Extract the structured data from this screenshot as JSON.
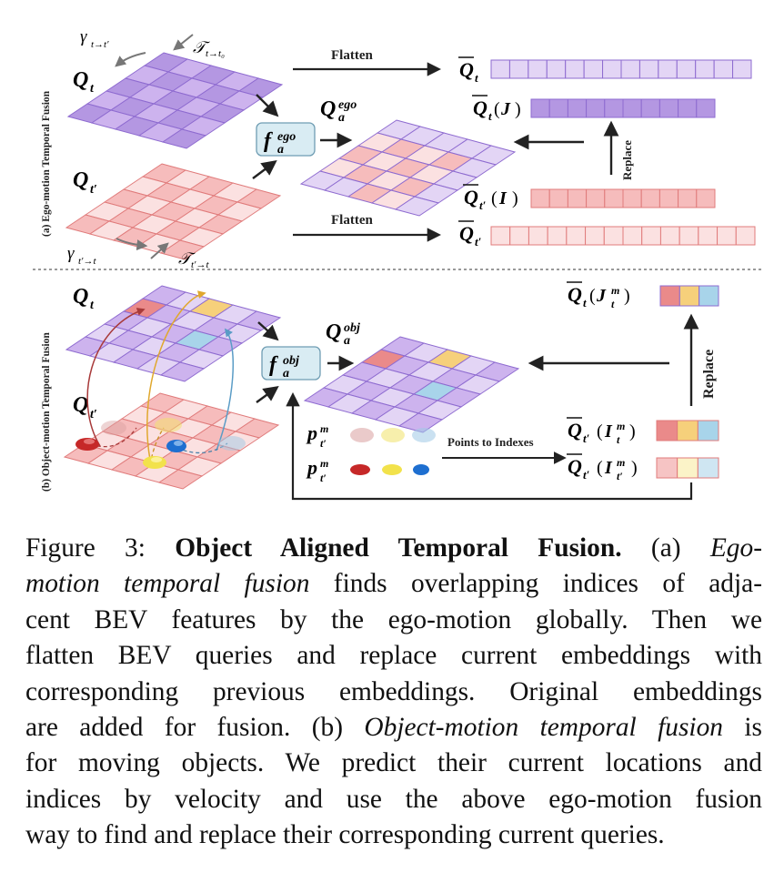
{
  "figure": {
    "section_a_label": "(a) Ego-motion Temporal Fusion",
    "section_b_label": "(b) Object-motion Temporal Fusion",
    "flatten_label": "Flatten",
    "replace_label": "Replace",
    "points_to_indexes_label": "Points to Indexes",
    "symbols": {
      "Q": "Q",
      "t": "t",
      "t_prime": "t′",
      "a": "a",
      "ego": "ego",
      "obj": "obj",
      "f": "f",
      "gamma": "γ",
      "tau": "𝒯",
      "gamma_t_to_tp": "t→t′",
      "tau_t_to_t0": "t→t₀",
      "gamma_tp_to_t": "t′→t",
      "tau_tp_to_t": "t′→t",
      "J": "J",
      "I": "I",
      "p": "p",
      "m": "m",
      "open_paren": "(",
      "close_paren": ")"
    },
    "colors": {
      "purple_light": "#e3d5f5",
      "purple_mid": "#cdb3ee",
      "purple_dark": "#b497e2",
      "purple_border": "#8e6bd0",
      "pink_light": "#fbe1e1",
      "pink_mid": "#f6bcbc",
      "pink_border": "#e07b7b",
      "red_obj": "#ea8a8a",
      "yellow_obj": "#f6d07b",
      "blue_obj": "#a8d4ea",
      "fuse_box": "#d9ecf3"
    }
  },
  "caption": {
    "l1_prefix": "Figure 3:",
    "l1_bold": "Object Aligned Temporal Fusion.",
    "l1_a": "(a)",
    "l1_it": "Ego-",
    "l2_it": "motion temporal fusion",
    "l2_rest": "finds overlapping indices of adja-",
    "l3": "cent BEV features by the ego-motion globally.  Then we",
    "l4": "flatten BEV queries and replace current embeddings with",
    "l5": "corresponding previous embeddings. Original embeddings",
    "l6_a": "are added for fusion. (b)",
    "l6_it": "Object-motion temporal fusion",
    "l6_b": "is",
    "l7": "for moving objects. We predict their current locations and",
    "l8": "indices by velocity and use the above ego-motion fusion",
    "l9": "way to find and replace their corresponding current queries."
  }
}
